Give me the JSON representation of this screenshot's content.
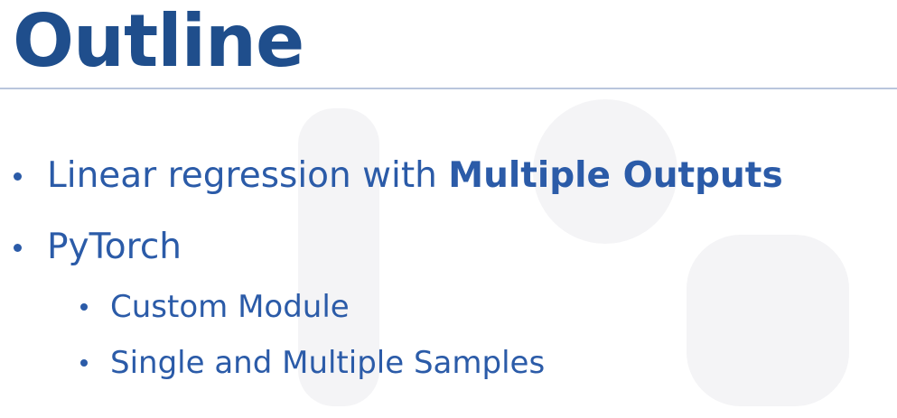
{
  "slide": {
    "title": "Outline",
    "bullets": [
      {
        "text": "Linear regression with ",
        "emphasis": "Multiple Outputs"
      },
      {
        "text": "PyTorch"
      }
    ],
    "sub_bullets": [
      {
        "text": "Custom Module"
      },
      {
        "text": "Single and Multiple Samples"
      }
    ]
  },
  "colors": {
    "title": "#1f4e8c",
    "bullet_text": "#2b5ba8",
    "rule": "#b9c6dd"
  }
}
